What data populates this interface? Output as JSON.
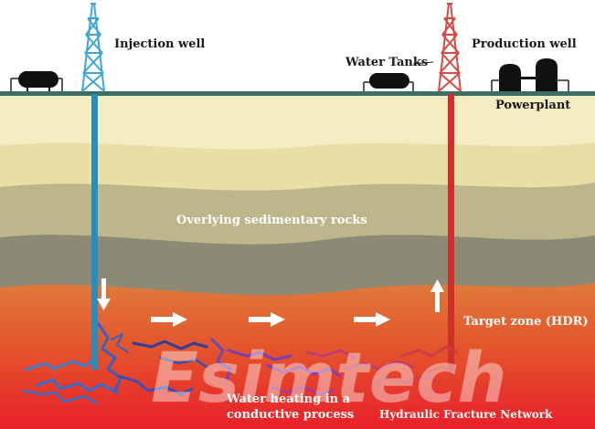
{
  "labels": {
    "injection_well": "Injection well",
    "production_well": "Production well",
    "water_tanks": "Water Tanks",
    "powerplant": "Powerplant",
    "overlying": "Overlying sedimentary rocks",
    "target_zone": "Target zone (HDR)",
    "water_heating_1": "Water heating in a",
    "water_heating_2": "conductive process",
    "fracture_network": "Hydraulic Fracture Network"
  },
  "watermark": "Esimtech",
  "colors": {
    "injection": "#2a8bbd",
    "production": "#d0302a",
    "ground_line": "#3c6e63"
  }
}
